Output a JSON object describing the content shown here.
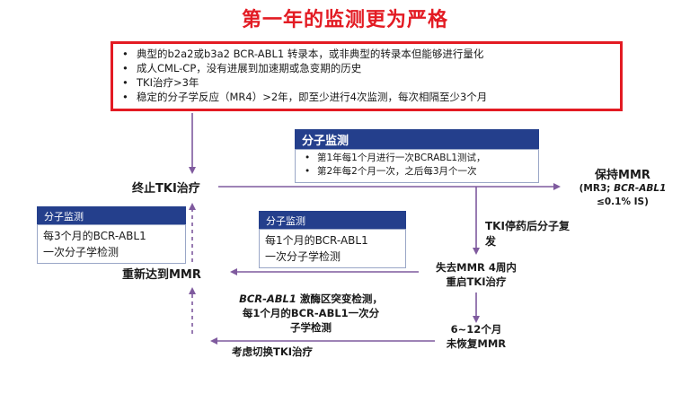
{
  "title": "第一年的监测更为严格",
  "criteria": [
    "典型的b2a2或b3a2 BCR-ABL1 转录本，或非典型的转录本但能够进行量化",
    "成人CML-CP，没有进展到加速期或急变期的历史",
    "TKI治疗>3年",
    "稳定的分子学反应（MR4）>2年，即至少进行4次监测，每次相隔至少3个月"
  ],
  "monitor_top": {
    "header": "分子监测",
    "items": [
      "第1年每1个月进行一次BCRABL1测试，",
      "第2年每2个月一次，之后每3月个一次"
    ]
  },
  "monitor_left": {
    "header": "分子监测",
    "line1": "每3个月的BCR-ABL1",
    "line2": "一次分子学检测"
  },
  "monitor_mid": {
    "header": "分子监测",
    "line1": "每1个月的BCR-ABL1",
    "line2": "一次分子学检测"
  },
  "nodes": {
    "stop_tki": "终止TKI治疗",
    "maintain_mmr": "保持MMR",
    "maintain_mmr_detail1": "(MR3; ",
    "maintain_mmr_detail_italic": "BCR-ABL1",
    "maintain_mmr_detail2": "≤0.1% IS)",
    "relapse_line1": "TKI停药后分子复",
    "relapse_line2": "发",
    "lose_mmr_line1": "失去MMR 4周内",
    "lose_mmr_line2": "重启TKI治疗",
    "regain_mmr": "重新达到MMR",
    "mutation_italic": "BCR-ABL1",
    "mutation_line1_rest": " 激酶区突变检测，",
    "mutation_line2": "每1个月的BCR-ABL1一次分",
    "mutation_line3": "子学检测",
    "no_recover_line1": "6~12个月",
    "no_recover_line2": "未恢复MMR",
    "switch_tki": "考虑切换TKI治疗"
  },
  "colors": {
    "title": "#e31b23",
    "border": "#e31b23",
    "header_bg": "#243f8c",
    "arrow": "#7f5a9e"
  }
}
